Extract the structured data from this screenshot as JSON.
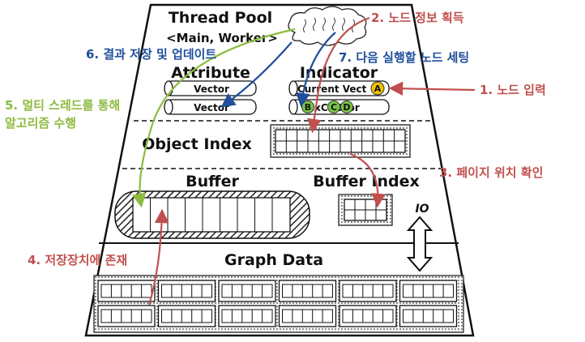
{
  "titles": {
    "thread_pool": "Thread Pool",
    "thread_pool_sub": "<Main, Worker>",
    "attribute": "Attribute",
    "indicator": "Indicator",
    "object_index": "Object Index",
    "buffer": "Buffer",
    "buffer_index": "Buffer Index",
    "graph_data": "Graph Data",
    "io": "IO"
  },
  "attribute_vectors": [
    "Vector",
    "Vector"
  ],
  "indicator": {
    "current_vector": "Current Vect",
    "current_badge": "A",
    "next_vector_prefix": "B",
    "next_vector_text": "exCVDtor",
    "next_badges": [
      "B",
      "C",
      "D"
    ]
  },
  "steps": {
    "s1": "1. 노드 입력",
    "s2": "2. 노드 정보 획득",
    "s3": "3. 페이지 위치 확인",
    "s4": "4. 저장장치에 존재",
    "s5a": "5. 멀티 스레드를 통해",
    "s5b": "알고리즘 수행",
    "s6": "6. 결과 저장 및 업데이트",
    "s7": "7. 다음 실행할 노드 세팅"
  },
  "colors": {
    "step_red": "#c0504d",
    "step_blue": "#1f4e9b",
    "step_green": "#8dbb3f",
    "badge_yellow": "#f2c200",
    "badge_green": "#79c545"
  },
  "icons": {
    "cloud": "thread-cloud-icon",
    "io_arrow": "double-vertical-arrow-icon"
  }
}
